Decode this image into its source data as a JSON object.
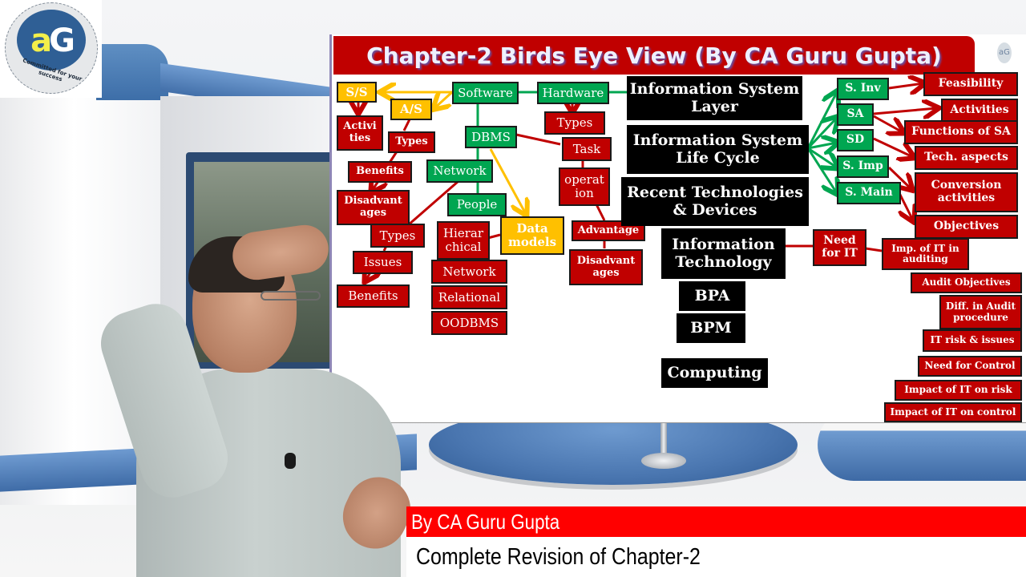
{
  "logo": {
    "glyph_left": "a",
    "glyph_right": "G",
    "tagline": "Committed for your success",
    "colors": {
      "ring": "#e6e8ea",
      "core": "#2f5f95",
      "accent": "#f3ef4a"
    }
  },
  "slide": {
    "title": "Chapter-2 Birds Eye View (By CA Guru Gupta)",
    "mini_logo": "aG",
    "colors": {
      "title_bg": "#c00000",
      "red_node": "#c00000",
      "green_node": "#00a651",
      "yellow_node": "#ffc000",
      "black_node": "#000000"
    },
    "nodes": {
      "ss": "S/S",
      "as": "A/S",
      "software": "Software",
      "hardware": "Hardware",
      "activities_left": "Activi\nties",
      "types_as": "Types",
      "benefits_1": "Benefits",
      "disadvantages_1": "Disadvant\nages",
      "types_network": "Types",
      "issues": "Issues",
      "benefits_2": "Benefits",
      "dbms": "DBMS",
      "network_green": "Network",
      "people": "People",
      "data_models": "Data\nmodels",
      "hierarchical": "Hierar\nchical",
      "network_model": "Network",
      "relational": "Relational",
      "oodbms": "OODBMS",
      "types_hw": "Types",
      "task": "Task",
      "operation": "operat\nion",
      "advantage": "Advantage",
      "disadvantages_2": "Disadvant\nages",
      "is_layer": "Information System\nLayer",
      "is_life_cycle": "Information System\nLife Cycle",
      "recent_tech": "Recent Technologies\n& Devices",
      "info_tech": "Information\nTechnology",
      "bpa": "BPA",
      "bpm": "BPM",
      "computing": "Computing",
      "s_inv": "S. Inv",
      "sa": "SA",
      "sd": "SD",
      "s_imp": "S. Imp",
      "s_main": "S. Main",
      "feasibility": "Feasibility",
      "activities_right": "Activities",
      "functions_sa": "Functions of SA",
      "tech_aspects": "Tech. aspects",
      "conversion": "Conversion\nactivities",
      "objectives": "Objectives",
      "need_for_it": "Need\nfor IT",
      "imp_it_auditing": "Imp.  of IT in\nauditing",
      "audit_objectives": "Audit Objectives",
      "diff_audit": "Diff. in Audit\nprocedure",
      "it_risk": "IT risk & issues",
      "need_control": "Need for Control",
      "impact_risk": "Impact of IT on risk",
      "impact_control": "Impact of IT on control"
    }
  },
  "lower_third": {
    "presenter": "By CA Guru Gupta",
    "topic": "Complete Revision of Chapter-2",
    "colors": {
      "band": "#ff0000",
      "topic_bg": "#ffffff"
    }
  }
}
